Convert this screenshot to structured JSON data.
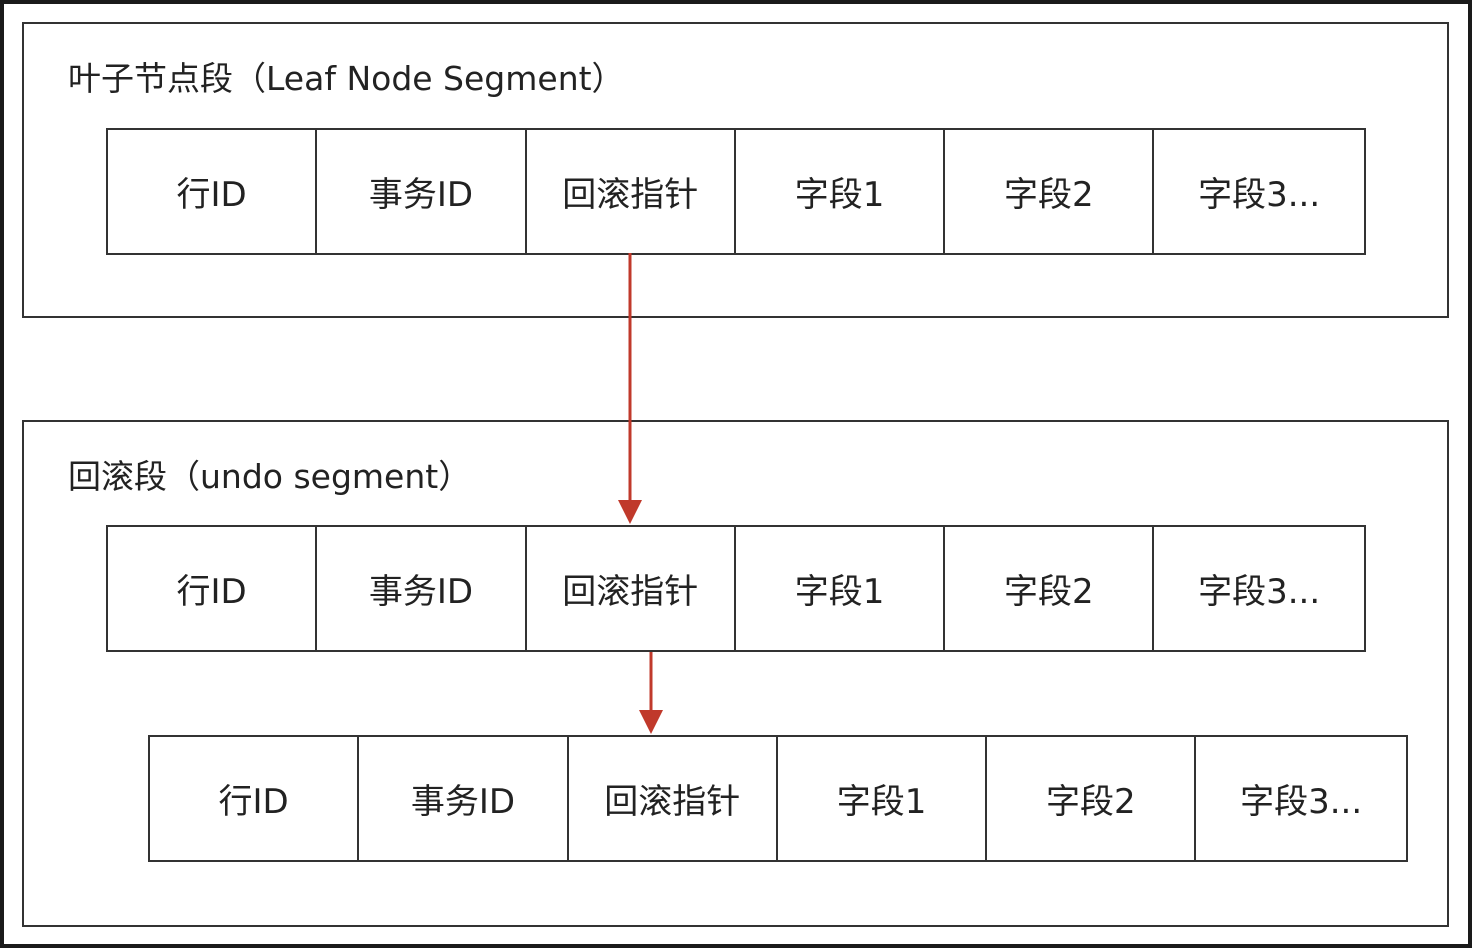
{
  "segments": [
    {
      "title": "叶子节点段（Leaf Node Segment）",
      "rows": [
        [
          "行ID",
          "事务ID",
          "回滚指针",
          "字段1",
          "字段2",
          "字段3..."
        ]
      ]
    },
    {
      "title": "回滚段（undo segment）",
      "rows": [
        [
          "行ID",
          "事务ID",
          "回滚指针",
          "字段1",
          "字段2",
          "字段3..."
        ],
        [
          "行ID",
          "事务ID",
          "回滚指针",
          "字段1",
          "字段2",
          "字段3..."
        ]
      ]
    }
  ],
  "colors": {
    "border": "#333333",
    "arrow": "#c0392b",
    "text": "#222222"
  }
}
